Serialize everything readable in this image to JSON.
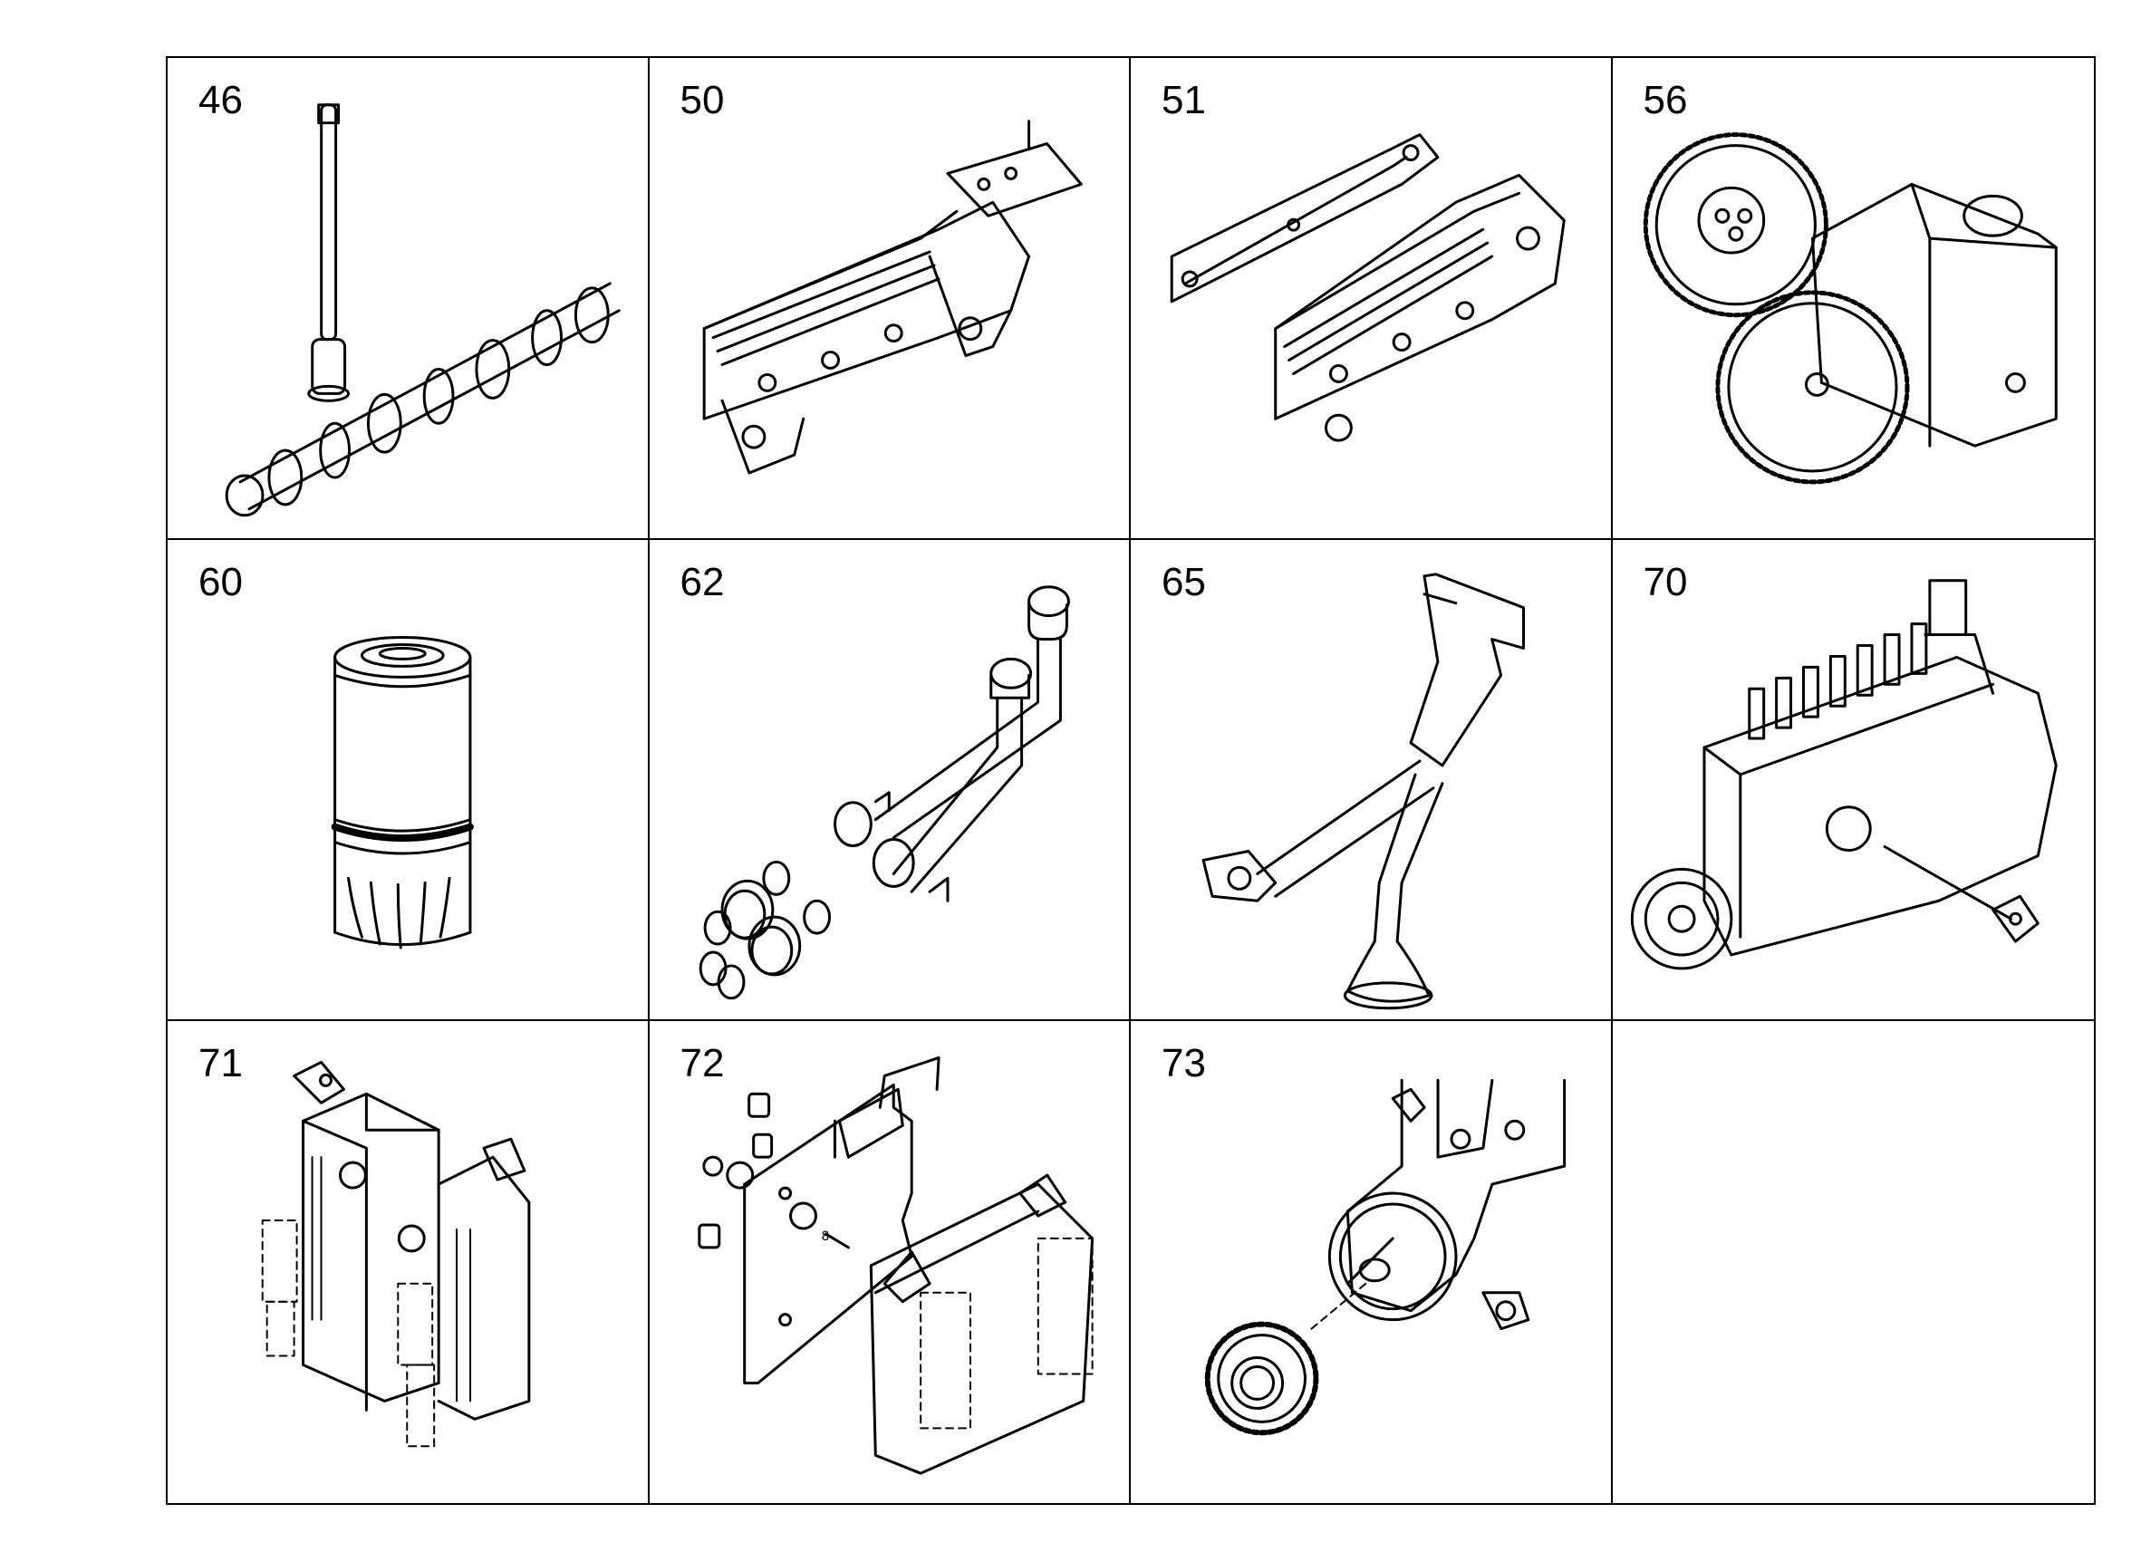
{
  "parts": [
    {
      "number": "46",
      "icon": "camshaft-pushrod-tappet"
    },
    {
      "number": "50",
      "icon": "oil-cooler-assembly"
    },
    {
      "number": "51",
      "icon": "oil-cooler-with-gasket"
    },
    {
      "number": "56",
      "icon": "oil-pump-with-gears"
    },
    {
      "number": "60",
      "icon": "oil-filter-cartridge"
    },
    {
      "number": "62",
      "icon": "oil-pipes-with-seals"
    },
    {
      "number": "65",
      "icon": "oil-suction-pipe"
    },
    {
      "number": "70",
      "icon": "injection-pump"
    },
    {
      "number": "71",
      "icon": "electronic-control-unit"
    },
    {
      "number": "72",
      "icon": "ecu-mounting-bracket"
    },
    {
      "number": "73",
      "icon": "injection-pump-drive-gear"
    },
    {
      "number": "",
      "icon": ""
    }
  ],
  "bracket_label": "8"
}
